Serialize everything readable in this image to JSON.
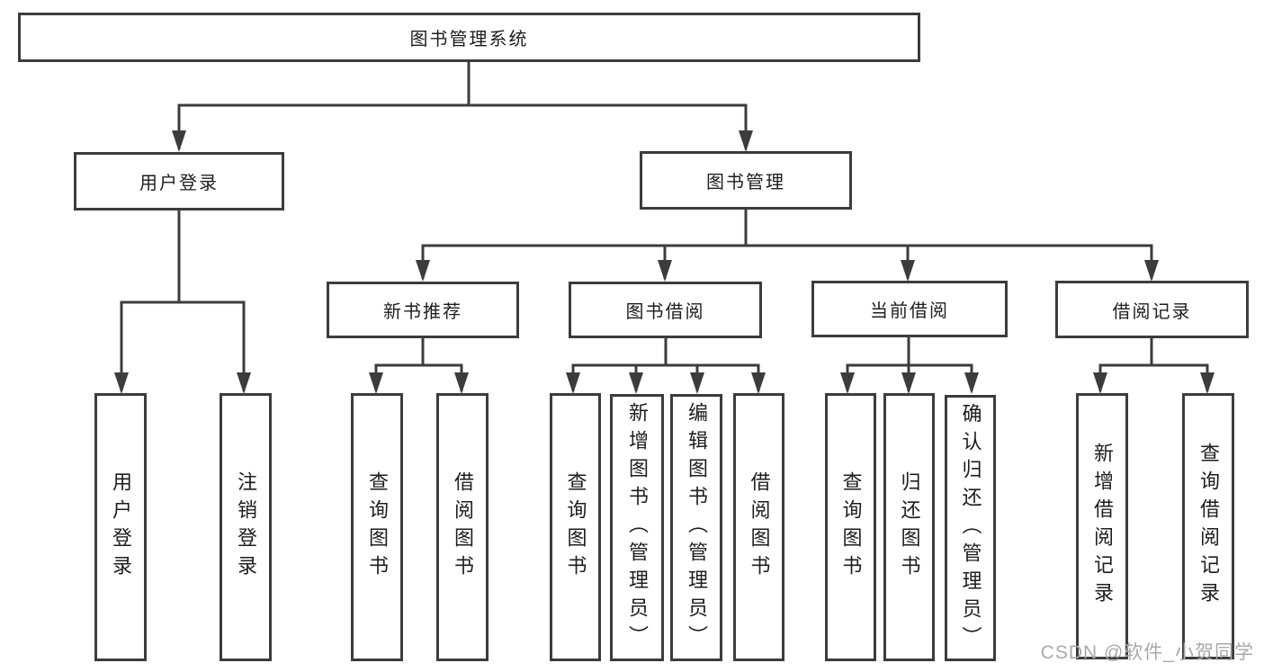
{
  "tree": {
    "label": "图书管理系统",
    "children": [
      {
        "label": "用户登录",
        "children": [
          {
            "label": "用户登录"
          },
          {
            "label": "注销登录"
          }
        ]
      },
      {
        "label": "图书管理",
        "children": [
          {
            "label": "新书推荐",
            "children": [
              {
                "label": "查询图书"
              },
              {
                "label": "借阅图书"
              }
            ]
          },
          {
            "label": "图书借阅",
            "children": [
              {
                "label": "查询图书"
              },
              {
                "label": "新增图书（管理员）"
              },
              {
                "label": "编辑图书（管理员）"
              },
              {
                "label": "借阅图书"
              }
            ]
          },
          {
            "label": "当前借阅",
            "children": [
              {
                "label": "查询图书"
              },
              {
                "label": "归还图书"
              },
              {
                "label": "确认归还（管理员）"
              }
            ]
          },
          {
            "label": "借阅记录",
            "children": [
              {
                "label": "新增借阅记录"
              },
              {
                "label": "查询借阅记录"
              }
            ]
          }
        ]
      }
    ]
  },
  "watermark": {
    "text": "CSDN @软件_小贺同学"
  },
  "colors": {
    "line": "#3c3c3c",
    "text": "#1e1e1e",
    "watermark": "#a9a9a9",
    "background": "#ffffff"
  }
}
